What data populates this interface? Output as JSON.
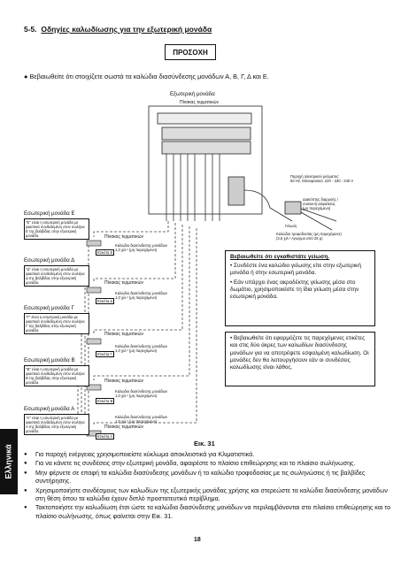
{
  "section": {
    "number": "5-5.",
    "title": "Οδηγίες καλωδίωσης για την εξωτερική μονάδα"
  },
  "caution": "ΠΡΟΣΟΧΗ",
  "intro": "Βεβαιωθείτε ότι στοιχίζετε σωστά τα καλώδια διασύνδεσης μονάδων Α, Β, Γ, Δ και Ε.",
  "outdoor": {
    "title": "Εξωτερική μονάδα",
    "terminal": "Πίνακας τερματικών"
  },
  "power": {
    "supply": "Παροχή ηλεκτρικού ρεύματος:\n50 Hz, Μονοφασικό, 220 - 230 - 240 V",
    "breaker": "Διακόπτης διαρροής /\nσυσκευή ασφαλείας\n(μη παρεχόμενο)",
    "earth": "Γείωση",
    "cable": "Καλώδιο τροφοδοσίας (μη παρεχόμενο)\n(3,5 χιλ.² Αγωγιμο από 26 μ)"
  },
  "indoor_units": [
    {
      "title": "Εσωτερική μονάδα Ε",
      "note": "\"Ε\" είναι η εσωτερική μονάδα με φιαστικά συνδεδεμένη στον σωλήνα Ε της βαλβίδας στην εξωτερική μονάδα.",
      "terminal": "Πίνακας τερματικών",
      "cable": "Καλώδιο διασύνδεσης μονάδων\n1,0 χιλ.² (μη παρεχόμενο)",
      "tag": "Ετικέτα Ε"
    },
    {
      "title": "Εσωτερική μονάδα Δ",
      "note": "\"Δ\" είναι η εσωτερική μονάδα με φιαστικά συνδεδεμένη στον σωλήνα Δ της βαλβίδας στην εξωτερική μονάδα.",
      "terminal": "Πίνακας τερματικών",
      "cable": "Καλώδιο διασύνδεσης μονάδων\n1,0 χιλ.² (μη παρεχόμενο)",
      "tag": "Ετικέτα Δ"
    },
    {
      "title": "Εσωτερική μονάδα Γ",
      "note": "\"Γ\" είναι η εσωτερική μονάδα με φιαστικά συνδεδεμένη στον σωλήνα Γ της βαλβίδας στην εξωτερική μονάδα.",
      "terminal": "Πίνακας τερματικών",
      "cable": "Καλώδιο διασύνδεσης μονάδων\n1,0 χιλ.² (μη παρεχόμενο)",
      "tag": "Ετικέτα Γ"
    },
    {
      "title": "Εσωτερική μονάδα Β",
      "note": "\"Β\" είναι η εσωτερική μονάδα με φιαστικά συνδεδεμένη στον σωλήνα Β της βαλβίδας στην εξωτερική μονάδα.",
      "terminal": "Πίνακας τερματικών",
      "cable": "Καλώδιο διασύνδεσης μονάδων\n1,0 χιλ.² (μη παρεχόμενο)",
      "tag": "Ετικέτα Β"
    },
    {
      "title": "Εσωτερική μονάδα Α",
      "note": "\"Α\" είναι η εσωτερική μονάδα με φιαστικά συνδεδεμένη στον σωλήνα Α της βαλβίδας στην εξωτερική μονάδα.",
      "terminal": "Πίνακας τερματικών",
      "cable": "Καλώδιο διασύνδεσης μονάδων\n1,0 χιλ.² (μη παρεχόμενο)",
      "tag": "Ετικέτα Α"
    }
  ],
  "earth_note": {
    "title": "Βεβαιωθείτε ότι εγκαθιστάτε γείωση.",
    "items": [
      "Συνδέστε ένα καλώδιο γείωσης είτε στην εξωτερική μονάδα ή στην εσωτερική μονάδα.",
      "Εάν υπάρχει ένας ακροδέκτης γείωσης μέσα στο δωμάτιο, χρησιμοποιείστε τη ίδια γείωση μέσα στην εσωτερική μονάδα."
    ]
  },
  "label_note": "Βεβαιωθείτε ότι εφαρμόζετε τις παρεχόμενες ετικέτες και στις δύο άκρες των καλωδίων διασύνδεσης μονάδων για να αποτρέψετε εσφαλμένη καλωδίωση. Οι μονάδες δεν θα λειτουργήσουν εάν οι συνδέσεις καλωδίωσης είναι λάθος.",
  "figure": "Εικ. 31",
  "side_tab": "Ελληνικά",
  "bottom": [
    "Για παροχή ενέργειας χρησιμοποιείστε κύκλωμα αποκλειστικά για Κλιματιστικά.",
    "Για να κάνετε τις συνδέσεις στην εξωτερική μονάδα, αφαιρέστε το πλαίσιο επιθεώρησης και το πλαίσιο σωλήνωσης.",
    "Μην φέρνετε σε επαφή τα καλώδια διασύνδεσης μονάδων ή το καλώδιο τροφοδοσίας με τις σωληνώσεις ή τις βαλβίδες συντήρησης.",
    "Χρησιμοποιήστε συνδέσμους των καλωδίων της εξωτερικής μονάδας χρήσης και στερεώστε τα καλώδια διασύνδεσης μονάδων στη θέση όπου τα καλώδια έχουν διπλό προστατευτικό περίβλημα.",
    "Τακτοποιήστε την καλωδίωση έτσι ώστε τα καλώδια διασύνδεσης μονάδων να περιλαμβάνονται στο πλαίσιο επιθεώρησης και το πλαίσιο σωλήνωσης, όπως φαίνεται στην Εικ. 31."
  ],
  "page_number": "18"
}
